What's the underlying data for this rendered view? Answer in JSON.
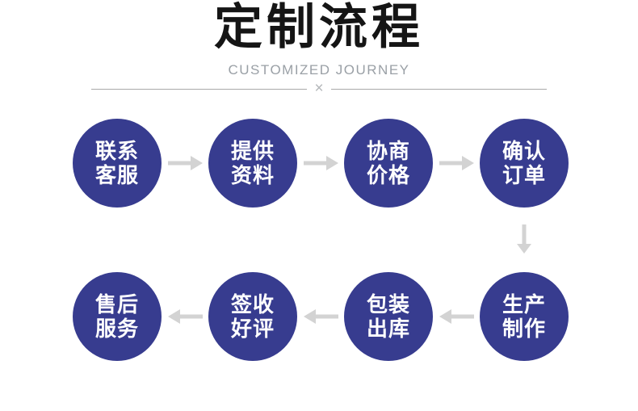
{
  "header": {
    "title": "定制流程",
    "subtitle": "CUSTOMIZED JOURNEY",
    "divider_symbol": "×"
  },
  "colors": {
    "circle_fill": "#373c8f",
    "step_text": "#ffffff",
    "arrow": "#d3d3d3",
    "title_text": "#151515",
    "subtitle_text": "#9aa0a6",
    "divider_line": "#a9a9a9",
    "divider_x": "#b4b7ba"
  },
  "flow": {
    "top_row": {
      "arrow_direction": "right",
      "steps": [
        {
          "line1": "联系",
          "line2": "客服"
        },
        {
          "line1": "提供",
          "line2": "资料"
        },
        {
          "line1": "协商",
          "line2": "价格"
        },
        {
          "line1": "确认",
          "line2": "订单"
        }
      ]
    },
    "bottom_row": {
      "arrow_direction": "left",
      "steps": [
        {
          "line1": "售后",
          "line2": "服务"
        },
        {
          "line1": "签收",
          "line2": "好评"
        },
        {
          "line1": "包装",
          "line2": "出库"
        },
        {
          "line1": "生产",
          "line2": "制作"
        }
      ]
    }
  }
}
